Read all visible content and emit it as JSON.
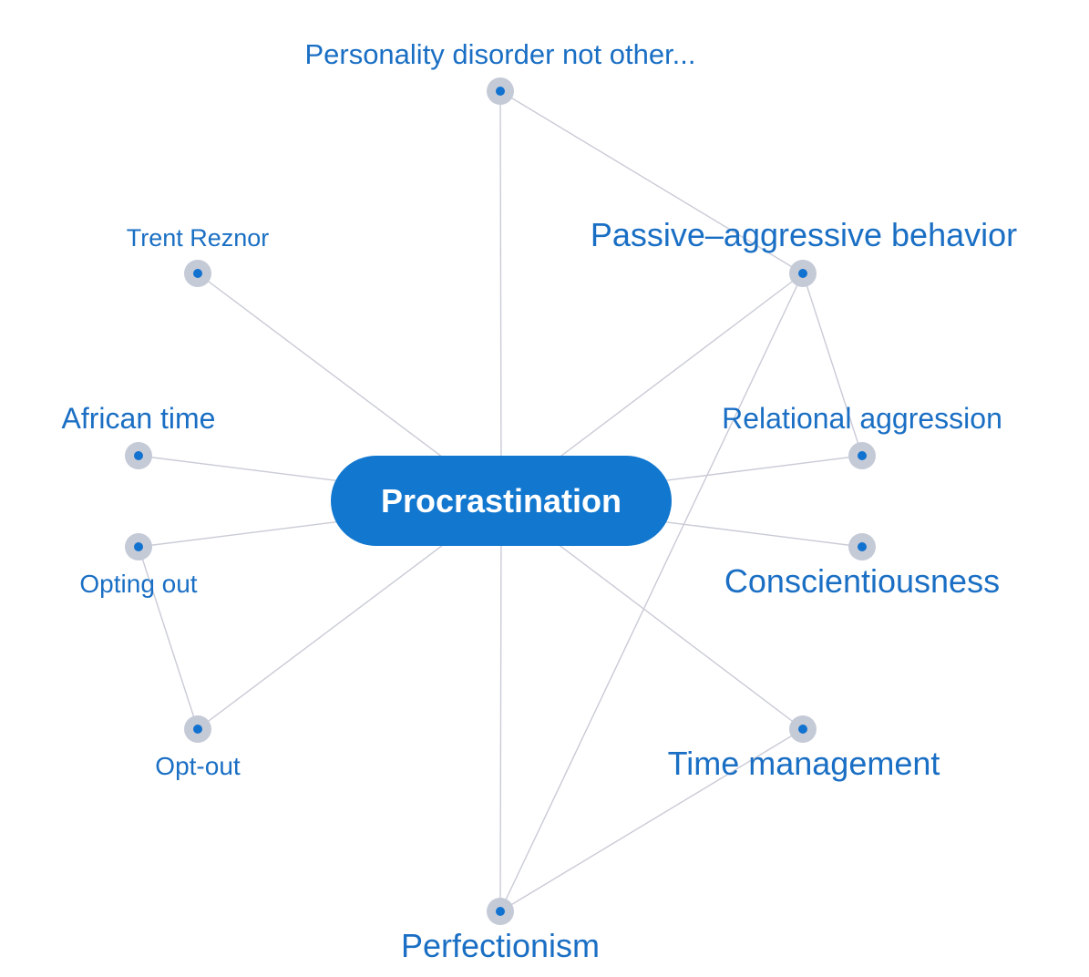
{
  "center": {
    "label": "Procrastination",
    "color": "#1277cf"
  },
  "nodes": {
    "personality": {
      "label": "Personality disorder not other..."
    },
    "trent": {
      "label": "Trent Reznor"
    },
    "passive": {
      "label": "Passive–aggressive behavior"
    },
    "african": {
      "label": "African time"
    },
    "relational": {
      "label": "Relational aggression"
    },
    "opting": {
      "label": "Opting out"
    },
    "conscientious": {
      "label": "Conscientiousness"
    },
    "optout": {
      "label": "Opt-out"
    },
    "timemgmt": {
      "label": "Time management"
    },
    "perfection": {
      "label": "Perfectionism"
    }
  },
  "edges": [
    [
      "center",
      "personality"
    ],
    [
      "center",
      "trent"
    ],
    [
      "center",
      "passive"
    ],
    [
      "center",
      "african"
    ],
    [
      "center",
      "relational"
    ],
    [
      "center",
      "opting"
    ],
    [
      "center",
      "conscientious"
    ],
    [
      "center",
      "optout"
    ],
    [
      "center",
      "timemgmt"
    ],
    [
      "center",
      "perfection"
    ],
    [
      "personality",
      "passive"
    ],
    [
      "passive",
      "relational"
    ],
    [
      "passive",
      "perfection"
    ],
    [
      "opting",
      "optout"
    ],
    [
      "timemgmt",
      "perfection"
    ]
  ]
}
